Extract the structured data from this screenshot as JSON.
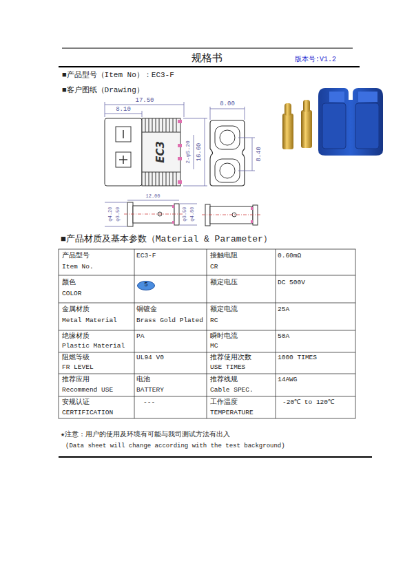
{
  "diagram": {
    "title": "规格书",
    "nodes": [
      {
        "text": [
          "5"
        ]
      }
    ],
    "labels": [
      "版本号:V1.2",
      "■产品型号（Item No）：EC3-F",
      "■客户图纸（Drawing）",
      "17.50",
      "8.10",
      "2-φ5.20",
      "16.60",
      "EC3",
      "8.00",
      "8.40",
      "12.00",
      "φ4.20",
      "φ3.50",
      "φ3.50",
      "φ4.80",
      "■产品材质及基本参数（Material & Parameter）",
      "产品型号",
      "Item No.",
      "EC3-F",
      "接触电阻",
      "CR",
      "0.60mΩ",
      "颜色",
      "COLOR",
      "额定电压",
      "DC 500V",
      "金属材质",
      "Metal Material",
      "铜镀金",
      "Brass Gold Plated",
      "额定电流",
      "RC",
      "25A",
      "绝缘材质",
      "Plastic Material",
      "PA",
      "瞬时电流",
      "MC",
      "50A",
      "阻燃等级",
      "FR LEVEL",
      "UL94 V0",
      "推荐使用次数",
      "USE TIMES",
      "1000 TIMES",
      "推荐应用",
      "Recommend USE",
      "电池",
      "BATTERY",
      "推荐线规",
      "Cable SPEC.",
      "14AWG",
      "安规认证",
      "CERTIFICATION",
      "---",
      "工作温度",
      "TEMPERATURE",
      "-20℃ to 120℃",
      "★注意：用户的使用及环境有可能与我司测试方法有出入",
      "(Data sheet will change according with the test background)"
    ]
  }
}
